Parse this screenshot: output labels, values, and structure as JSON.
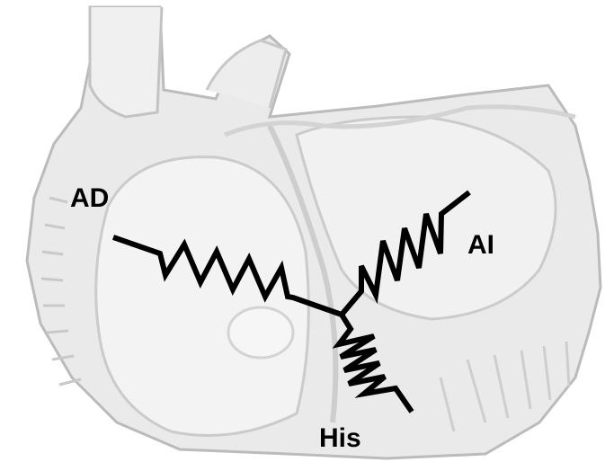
{
  "labels": {
    "ad": "AD",
    "ai": "AI",
    "his": "His"
  },
  "colors": {
    "background": "#ffffff",
    "heart_fill": "#e8e8e8",
    "heart_shade": "#d2d2d2",
    "heart_outline": "#b4b4b4",
    "wire": "#000000"
  },
  "components": [
    {
      "name": "resistor-ad",
      "type": "resistor",
      "connects": [
        "AD",
        "junction"
      ]
    },
    {
      "name": "resistor-ai",
      "type": "resistor",
      "connects": [
        "AI",
        "junction"
      ]
    },
    {
      "name": "resistor-his",
      "type": "resistor",
      "connects": [
        "His",
        "junction"
      ]
    }
  ]
}
